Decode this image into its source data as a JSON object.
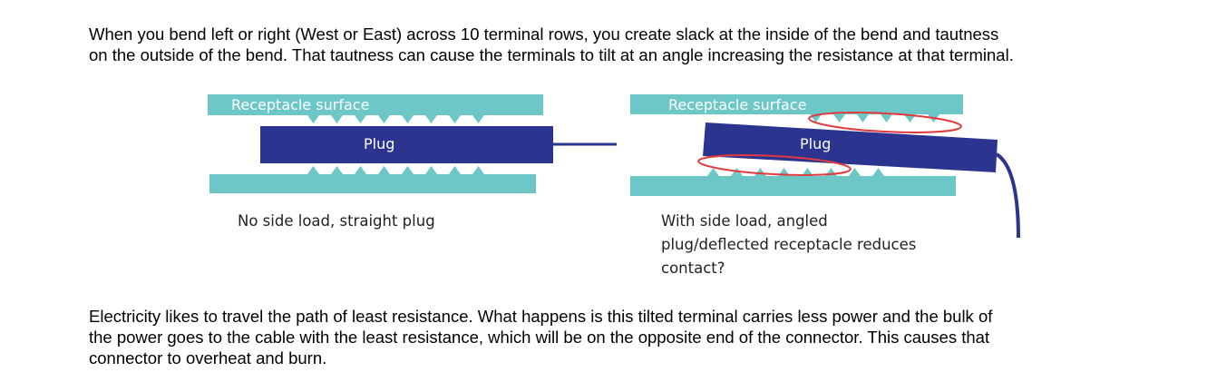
{
  "paragraph_1": {
    "line_1": "When you bend left or right (West or East) across 10 terminal rows, you create slack at the inside of the bend and tautness",
    "line_2": "on the outside of the bend.  That tautness can cause the terminals to tilt at an angle increasing the resistance at that terminal."
  },
  "figure": {
    "left_panel": {
      "receptacle_label": "Receptacle surface",
      "plug_label": "Plug",
      "caption": "No side load, straight plug"
    },
    "right_panel": {
      "receptacle_label": "Receptacle surface",
      "plug_label": "Plug",
      "caption_line_1": "With side load, angled",
      "caption_line_2": "plug/deflected receptacle reduces",
      "caption_line_3": "contact?"
    },
    "colors": {
      "receptacle": "#6CC7C6",
      "plug": "#2B3590",
      "receptacle_label": "#ffffff",
      "plug_label": "#ffffff",
      "highlight_ellipse": "#E0393E"
    }
  },
  "paragraph_2": {
    "line_1": "Electricity likes to travel the path of least resistance.  What happens is this tilted terminal carries less power and the bulk of",
    "line_2": "the power goes to the cable with the least resistance, which will be on the opposite end of the connector.  This causes that",
    "line_3": "connector to overheat and burn."
  }
}
